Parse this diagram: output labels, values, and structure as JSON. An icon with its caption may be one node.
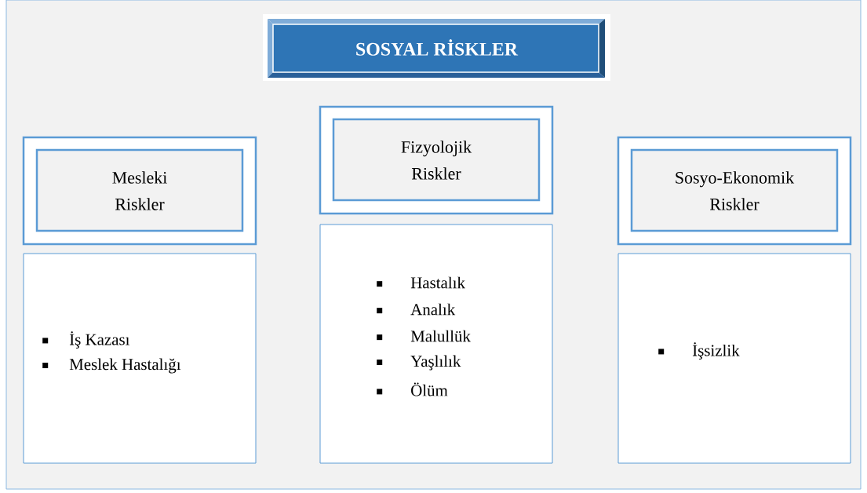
{
  "diagram": {
    "nodes": [
      {
        "text": [
          "SOSYAL RİSKLER"
        ]
      },
      {
        "text": [
          "Mesleki Riskler"
        ]
      },
      {
        "text": [
          "İş Kazası",
          "Meslek Hastalığı"
        ]
      },
      {
        "text": [
          "Fizyolojik Riskler"
        ]
      },
      {
        "text": [
          "Hastalık",
          "Analık",
          "Malullük",
          "Yaşlılık",
          "Ölüm"
        ]
      },
      {
        "text": [
          "Sosyo-Ekonomik Riskler"
        ]
      },
      {
        "text": [
          "İşsizlik"
        ]
      }
    ]
  }
}
